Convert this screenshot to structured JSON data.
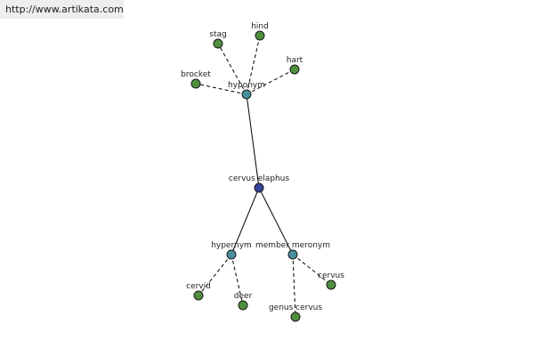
{
  "url": "http://www.artikata.com",
  "colors": {
    "central": "#36449a",
    "relation": "#4a8f9c",
    "leaf": "#4f8f3f",
    "edge": "#000000",
    "url_bg": "#eeeeee"
  },
  "graph": {
    "central": "cervus elaphus",
    "relations": [
      {
        "id": "hyponym",
        "label": "hyponym",
        "members": [
          "stag",
          "hind",
          "hart",
          "brocket"
        ]
      },
      {
        "id": "hypernym",
        "label": "hypernym",
        "members": [
          "cervid",
          "deer"
        ]
      },
      {
        "id": "member-meronym",
        "label": "member meronym",
        "members": [
          "cervus",
          "genus cervus"
        ]
      }
    ]
  }
}
